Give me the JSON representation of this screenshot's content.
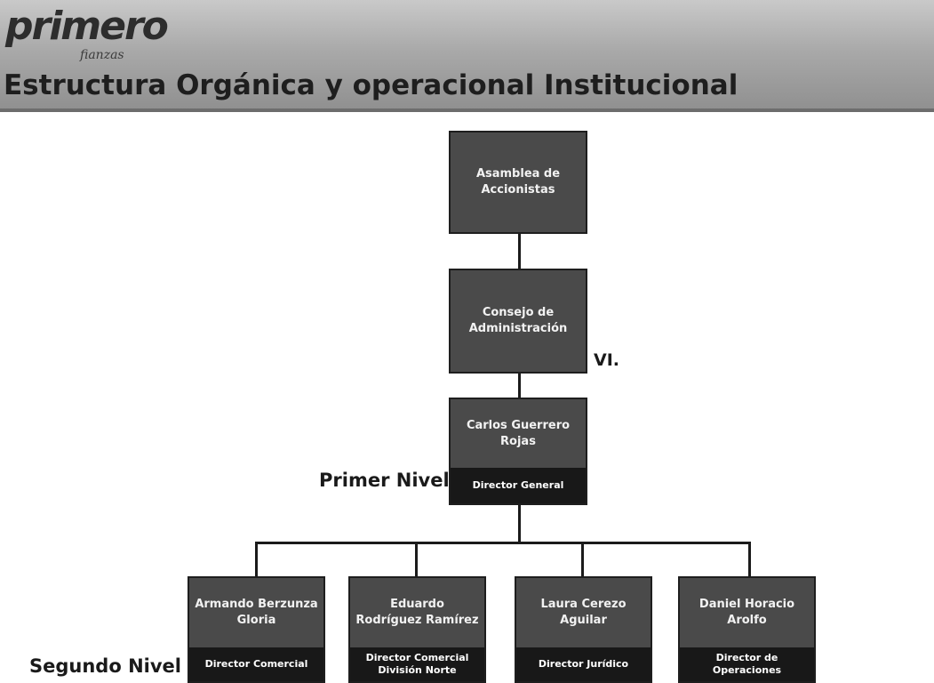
{
  "header": {
    "logo_main": "primero",
    "logo_sub": "fianzas",
    "title": "Estructura Orgánica y operacional Institucional"
  },
  "org": {
    "asamblea": {
      "name": "Asamblea de Accionistas"
    },
    "consejo": {
      "name": "Consejo de Administración"
    },
    "director_general": {
      "name": "Carlos Guerrero Rojas",
      "role": "Director General"
    },
    "directors": [
      {
        "name": "Armando Berzunza Gloria",
        "role": "Director Comercial"
      },
      {
        "name": "Eduardo Rodríguez Ramírez",
        "role": "Director Comercial División Norte"
      },
      {
        "name": "Laura Cerezo Aguilar",
        "role": "Director Jurídico"
      },
      {
        "name": "Daniel Horacio Arolfo",
        "role": "Director de Operaciones"
      }
    ]
  },
  "labels": {
    "section": "VI.",
    "level1": "Primer Nivel",
    "level2": "Segundo Nivel"
  },
  "colors": {
    "box_fill": "#4a4a4a",
    "role_band": "#181818",
    "header_gradient_top": "#c9c9c9",
    "header_gradient_bottom": "#8f8f8f"
  }
}
